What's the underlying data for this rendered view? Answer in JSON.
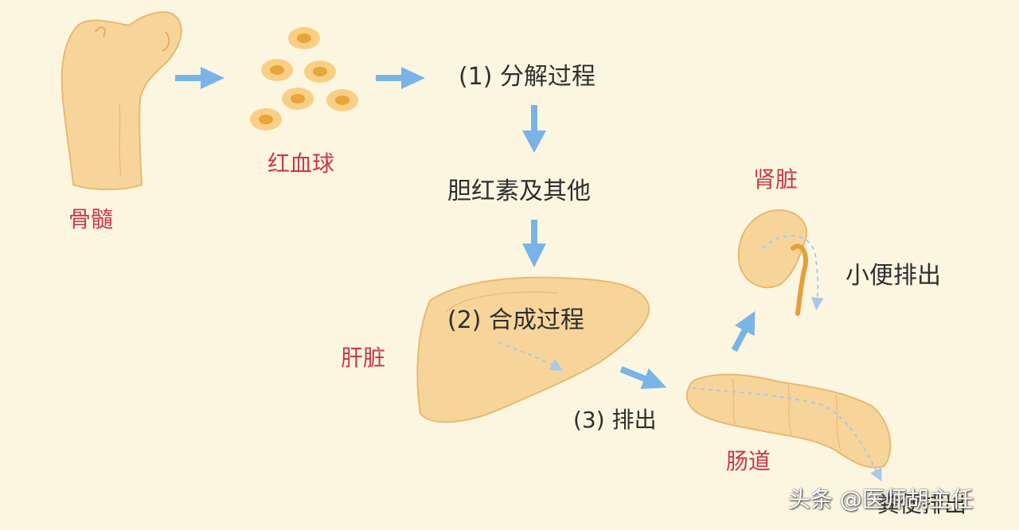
{
  "colors": {
    "background": "#fcf6e0",
    "organ_fill": "#f7d59a",
    "organ_stroke": "#e8b970",
    "arrow": "#7ab4e6",
    "label_red": "#c73a48",
    "label_dark": "#2f2f2f"
  },
  "labels": {
    "bone_marrow": "骨髓",
    "red_blood_cells": "红血球",
    "kidney": "肾脏",
    "liver": "肝脏",
    "intestine": "肠道"
  },
  "steps": {
    "decomposition": "(1) 分解过程",
    "bilirubin": "胆红素及其他",
    "synthesis": "(2) 合成过程",
    "excretion": "(3) 排出",
    "urine": "小便排出",
    "feces": "粪便排出"
  },
  "watermark": "头条 @医师胡主任"
}
